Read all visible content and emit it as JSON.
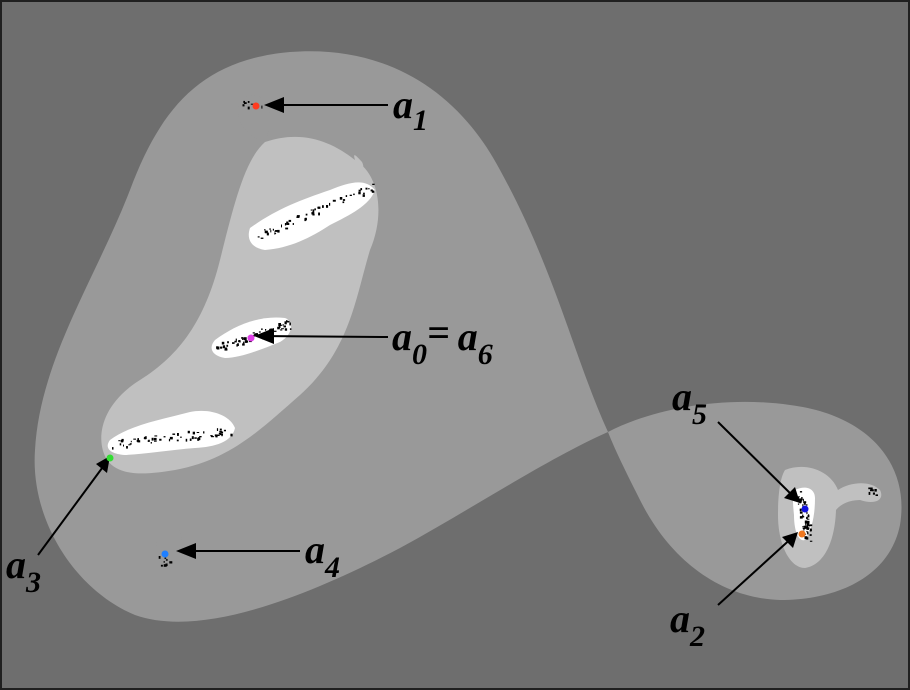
{
  "colors": {
    "background": "#6e6e6e",
    "outer_basin": "#999999",
    "inner_basin": "#c0c0c0",
    "core": "#ffffff",
    "speck": "#000000",
    "frame": "#202020"
  },
  "points": {
    "a1": {
      "color": "#ff3b1f"
    },
    "a0": {
      "color": "#e040e8"
    },
    "a3": {
      "color": "#33dd33"
    },
    "a4": {
      "color": "#1f7fff"
    },
    "a5": {
      "color": "#1010e0"
    },
    "a2": {
      "color": "#f07820"
    }
  },
  "labels": {
    "a1": {
      "base": "a",
      "sub": "1"
    },
    "a0": {
      "base": "a",
      "sub": "0",
      "eq": "=",
      "base2": "a",
      "sub2": "6"
    },
    "a5": {
      "base": "a",
      "sub": "5"
    },
    "a3": {
      "base": "a",
      "sub": "3"
    },
    "a4": {
      "base": "a",
      "sub": "4"
    },
    "a2": {
      "base": "a",
      "sub": "2"
    }
  }
}
